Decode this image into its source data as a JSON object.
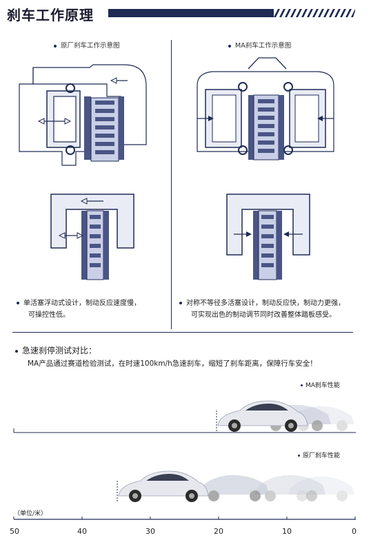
{
  "header": {
    "title": "刹车工作原理"
  },
  "left_panel": {
    "caption": "原厂刹车工作示意图",
    "note_line1": "单活塞浮动式设计，制动反应速度慢，",
    "note_line2": "可操控性低。"
  },
  "right_panel": {
    "caption": "MA刹车工作示意图",
    "note_line1": "对称不等径多活塞设计，制动反应快，制动力更强，",
    "note_line2": "可实现出色的制动调节同时改善整体踏板感受。"
  },
  "test_section": {
    "title": "急速刹停测试对比：",
    "description": "MA产品通过赛道检验测试，在时速100km/h急速刹车，缩短了刹车距离，保障行车安全！",
    "ma_label": "MA刹车性能",
    "oem_label": "原厂刹车性能",
    "unit_label": "（单位/米）",
    "axis_ticks": [
      "50",
      "40",
      "30",
      "20",
      "10",
      "0"
    ]
  },
  "colors": {
    "navy": "#1f2a55",
    "caliper_fill": "#e9ecf5",
    "piston_fill": "#c9cfe6",
    "disc_dark": "#4a5585"
  }
}
